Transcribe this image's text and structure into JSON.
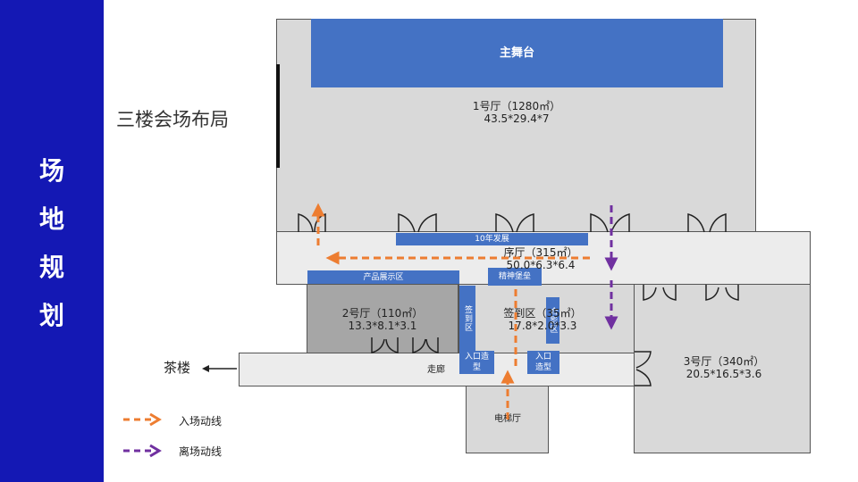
{
  "sidebar": {
    "title_chars": [
      "场",
      "地",
      "规",
      "划"
    ]
  },
  "page_title": "三楼会场布局",
  "halls": {
    "hall1": {
      "name": "1号厅（1280㎡）",
      "dims": "43.5*29.4*7"
    },
    "foyer": {
      "name": "序厅（315㎡）",
      "dims": "50.0*6.3*6.4"
    },
    "hall2": {
      "name": "2号厅（110㎡）",
      "dims": "13.3*8.1*3.1"
    },
    "signin": {
      "name": "签到区（35㎡）",
      "dims": "17.8*2.0*3.3"
    },
    "hall3": {
      "name": "3号厅（340㎡）",
      "dims": "20.5*16.5*3.6"
    },
    "corridor": "走廊",
    "elevator": "电梯厅"
  },
  "zones": {
    "stage": "主舞台",
    "history": "10年发展",
    "products": "产品展示区",
    "spirit": "精神堡垒",
    "signin_zone": "签到区",
    "photo_zone": "合影区",
    "entrance1": "入口造型",
    "entrance2": "入口造型"
  },
  "teahouse": "茶楼",
  "legend": {
    "enter": "入场动线",
    "exit": "离场动线"
  },
  "colors": {
    "sidebar": "#1418b4",
    "zone_blue": "#4472c4",
    "enter": "#ed7d31",
    "exit": "#7030a0"
  }
}
